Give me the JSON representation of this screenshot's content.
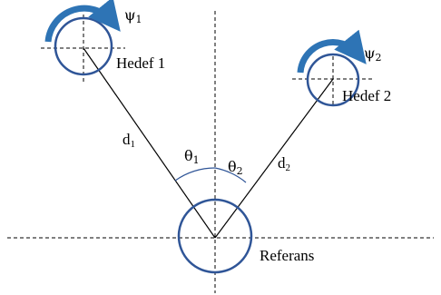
{
  "labels": {
    "target1": "Hedef 1",
    "target2": "Hedef 2",
    "reference": "Referans",
    "d1": "d",
    "d1_sub": "1",
    "d2": "d",
    "d2_sub": "2",
    "theta1": "θ",
    "theta1_sub": "1",
    "theta2": "θ",
    "theta2_sub": "2",
    "psi1": "ψ",
    "psi1_sub": "1",
    "psi2": "ψ",
    "psi2_sub": "2"
  },
  "colors": {
    "circle_stroke": "#2f5597",
    "arrow_fill": "#2e74b5",
    "line": "#000000"
  },
  "icons": {
    "rotation": "curved-arrow-icon"
  }
}
